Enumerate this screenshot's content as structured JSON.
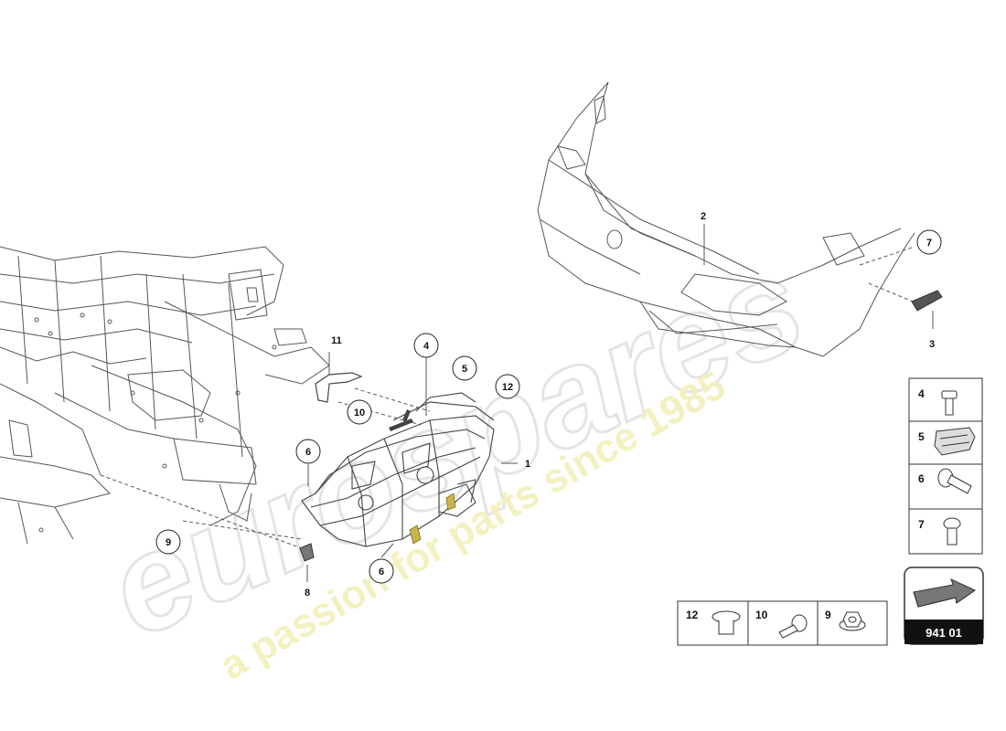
{
  "watermark": {
    "brand": "eurospares",
    "tagline": "a passion for parts since 1985"
  },
  "callouts": [
    {
      "id": "c1",
      "label": "1"
    },
    {
      "id": "c2",
      "label": "2"
    },
    {
      "id": "c3",
      "label": "3"
    },
    {
      "id": "c4",
      "label": "4"
    },
    {
      "id": "c5",
      "label": "5"
    },
    {
      "id": "c6a",
      "label": "6"
    },
    {
      "id": "c6b",
      "label": "6"
    },
    {
      "id": "c7",
      "label": "7"
    },
    {
      "id": "c8",
      "label": "8"
    },
    {
      "id": "c9",
      "label": "9"
    },
    {
      "id": "c10",
      "label": "10"
    },
    {
      "id": "c11",
      "label": "11"
    },
    {
      "id": "c12",
      "label": "12"
    }
  ],
  "fastener_panel_vertical": [
    {
      "label": "4",
      "part": "flange-bolt"
    },
    {
      "label": "5",
      "part": "spring-clip"
    },
    {
      "label": "6",
      "part": "collar-screw"
    },
    {
      "label": "7",
      "part": "torx-screw"
    }
  ],
  "fastener_panel_horizontal": [
    {
      "label": "12",
      "part": "expanding-rivet"
    },
    {
      "label": "10",
      "part": "hex-bolt"
    },
    {
      "label": "9",
      "part": "flange-nut"
    }
  ],
  "orientation_badge": {
    "code": "941 01"
  }
}
